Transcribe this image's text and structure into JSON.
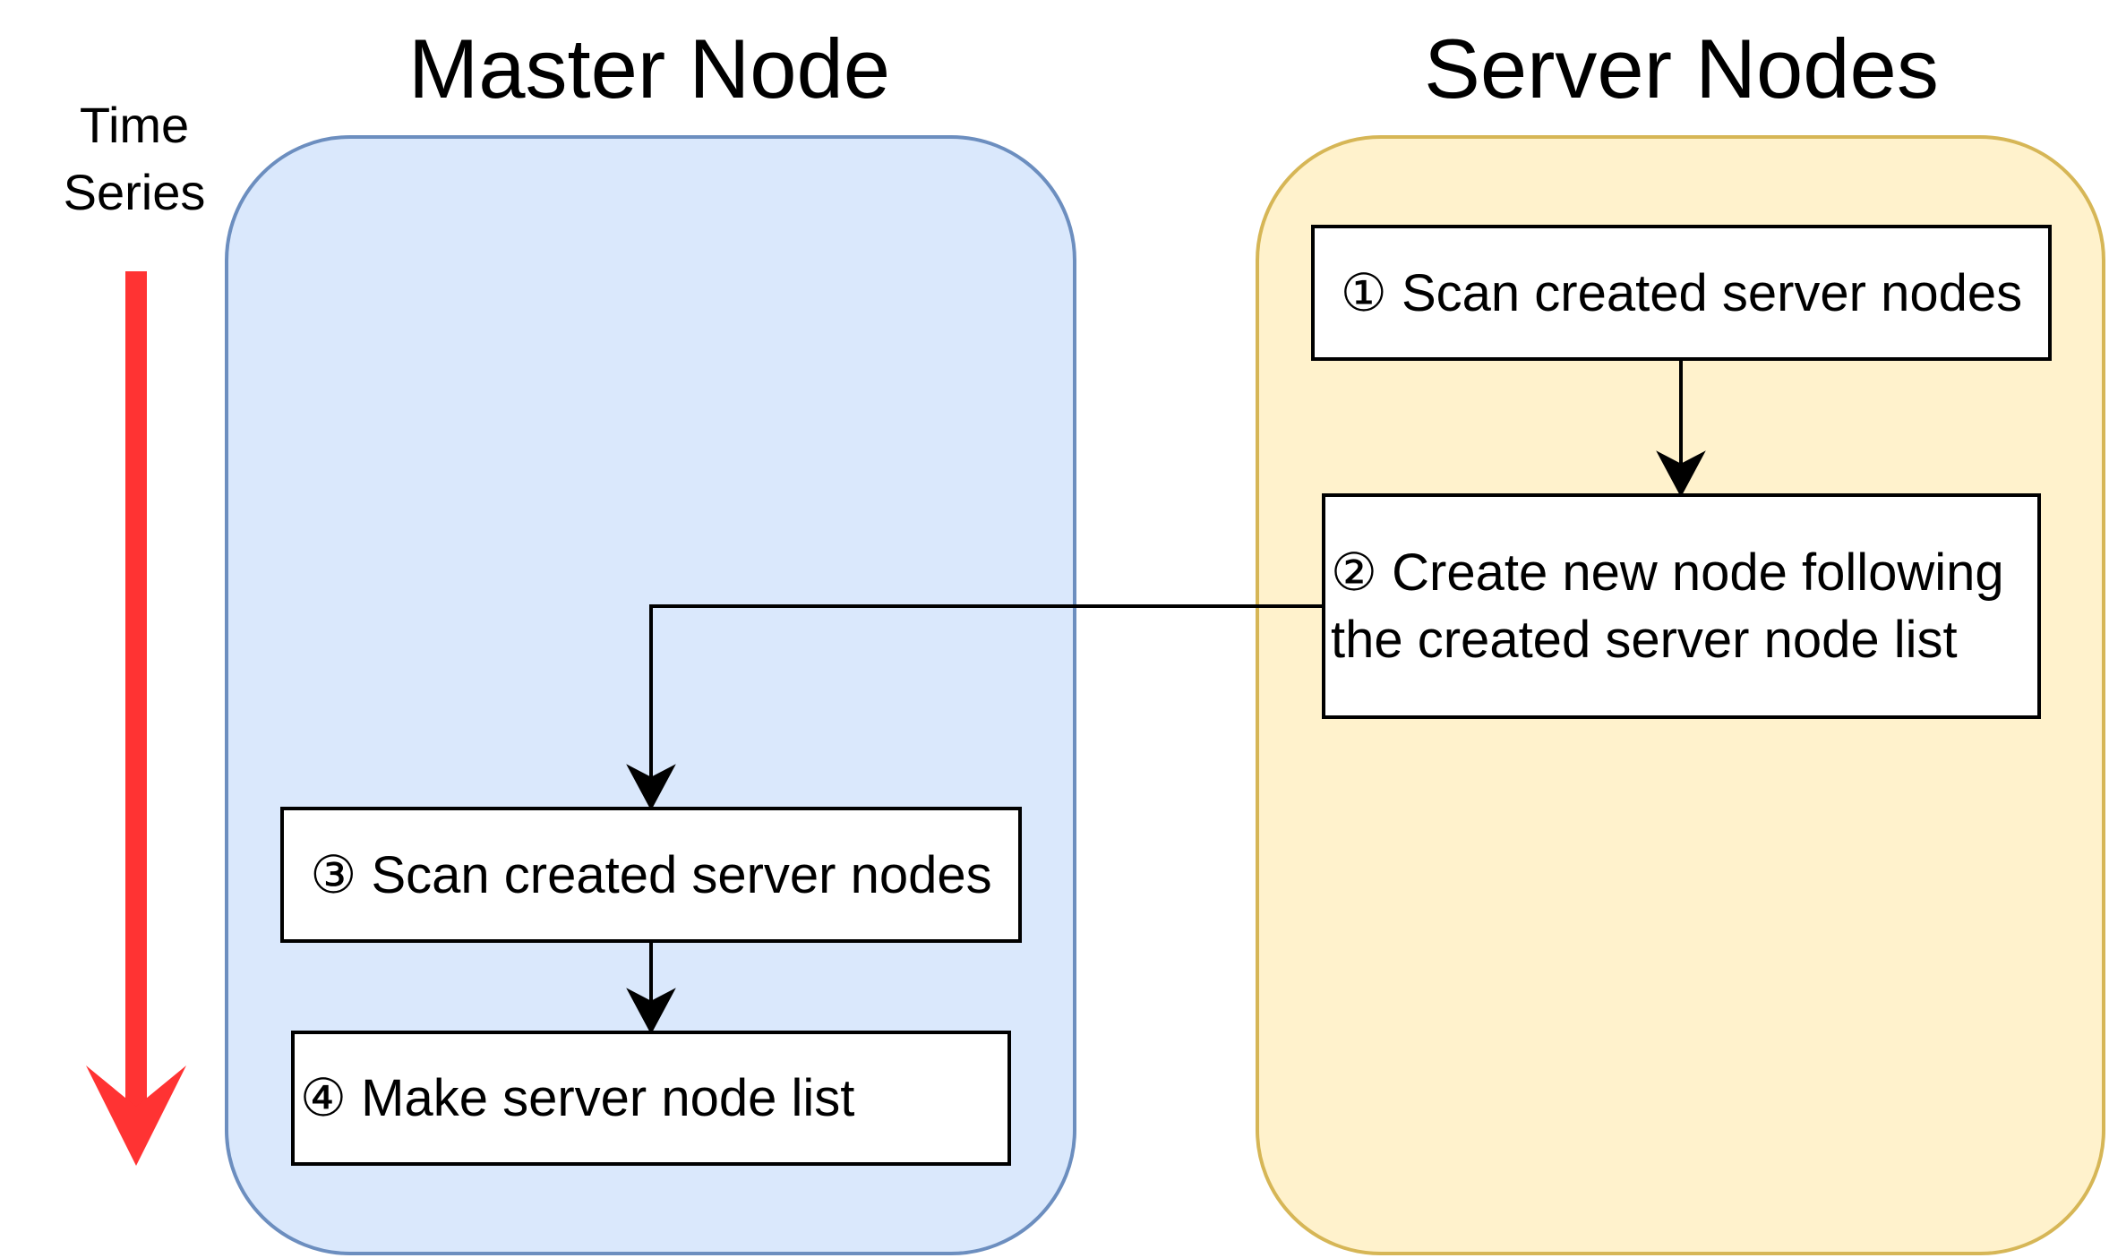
{
  "time_axis": {
    "label_line1": "Time",
    "label_line2": "Series"
  },
  "lanes": {
    "master": {
      "title": "Master Node"
    },
    "server": {
      "title": "Server Nodes"
    }
  },
  "steps": [
    {
      "number": "①",
      "text": "Scan created server nodes",
      "lane": "server"
    },
    {
      "number": "②",
      "text": "Create new node following\nthe created server node list",
      "lane": "server"
    },
    {
      "number": "③",
      "text": "Scan created server nodes",
      "lane": "master"
    },
    {
      "number": "④",
      "text": "Make server node list",
      "lane": "master"
    }
  ],
  "colors": {
    "master_fill": "#dae8fc",
    "master_stroke": "#6c8ebf",
    "server_fill": "#fff2cc",
    "server_stroke": "#d6b656",
    "time_arrow": "#ff3333",
    "connector": "#000000"
  },
  "icons": {
    "time_arrow": "arrow-down-icon"
  }
}
